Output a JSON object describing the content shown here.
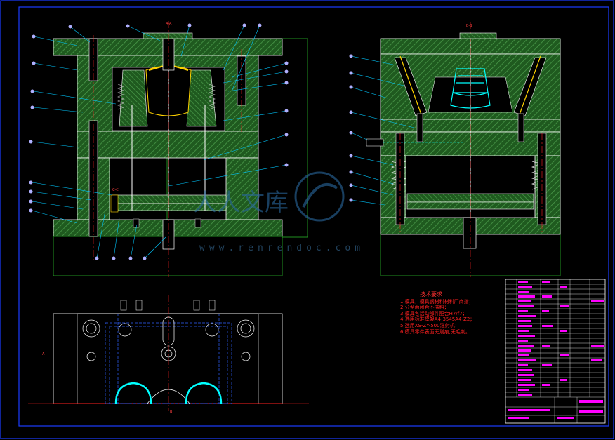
{
  "drawing": {
    "section_a": "A-A",
    "section_b": "B-B",
    "section_c": "C-C",
    "view_mark_a": "A",
    "view_mark_b": "B"
  },
  "watermark": {
    "site": "www.renrendoc.com",
    "logo": "人人文库"
  },
  "tech_notes": {
    "title": "技术要求",
    "items": [
      "1.模具，模具钢材料材料厂商指；",
      "2.分型面闭合不溢料；",
      "3.模具各活动部件配合H7/f7；",
      "4.选用标准模架A4-3545A4-Z2；",
      "5.选用XS-ZY-500注射机；",
      "6.模具零件表面无划痕,无毛刺。"
    ]
  },
  "colors": {
    "frame": "#1a3cff",
    "outline": "#ffffff",
    "hatch": "#3a8a3a",
    "leader": "#00c8ff",
    "balloon": "#b0b0ff",
    "center": "#ff2020",
    "cyan": "#00ffff",
    "yellow": "#ffd200",
    "magenta": "#ff00ff"
  }
}
